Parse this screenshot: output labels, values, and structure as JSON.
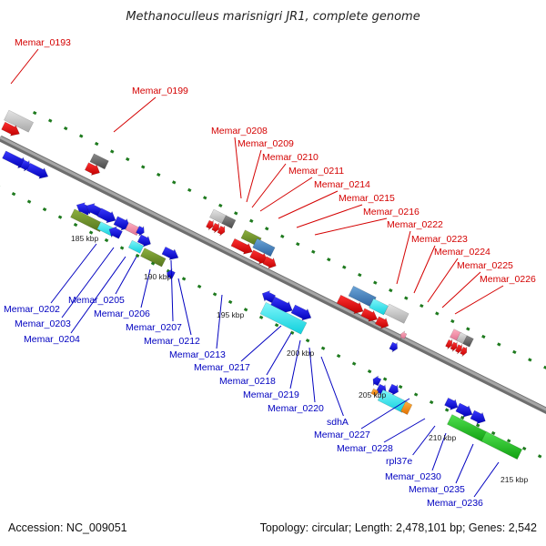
{
  "title": "Methanoculleus marisnigri JR1, complete genome",
  "footer": {
    "accession": "Accession: NC_009051",
    "summary": "Topology: circular; Length: 2,478,101 bp; Genes: 2,542"
  },
  "colors": {
    "backbone": "#8a8a8a",
    "tick": "#1e7a1e",
    "forward_label": "#d40000",
    "reverse_label": "#0000c0",
    "blue_gene": "#1010e0",
    "red_gene": "#ee1010",
    "olive_gene": "#6f9428",
    "cyan_gene": "#22e4ee",
    "steel_gene": "#4a86c0",
    "green_gene": "#20c020",
    "gray_gene": "#c8c8c8"
  },
  "scale_labels": [
    "185 kbp",
    "190 kbp",
    "195 kbp",
    "200 kbp",
    "205 kbp",
    "210 kbp",
    "215 kbp"
  ],
  "forward_labels": [
    "Memar_0193",
    "Memar_0199",
    "Memar_0208",
    "Memar_0209",
    "Memar_0210",
    "Memar_0211",
    "Memar_0214",
    "Memar_0215",
    "Memar_0216",
    "Memar_0222",
    "Memar_0223",
    "Memar_0224",
    "Memar_0225",
    "Memar_0226"
  ],
  "reverse_labels": [
    "Memar_0202",
    "Memar_0203",
    "Memar_0204",
    "Memar_0205",
    "Memar_0206",
    "Memar_0207",
    "Memar_0212",
    "Memar_0213",
    "Memar_0217",
    "Memar_0218",
    "Memar_0219",
    "Memar_0220",
    "sdhA",
    "Memar_0227",
    "Memar_0228",
    "rpl37e",
    "Memar_0230",
    "Memar_0235",
    "Memar_0236"
  ]
}
